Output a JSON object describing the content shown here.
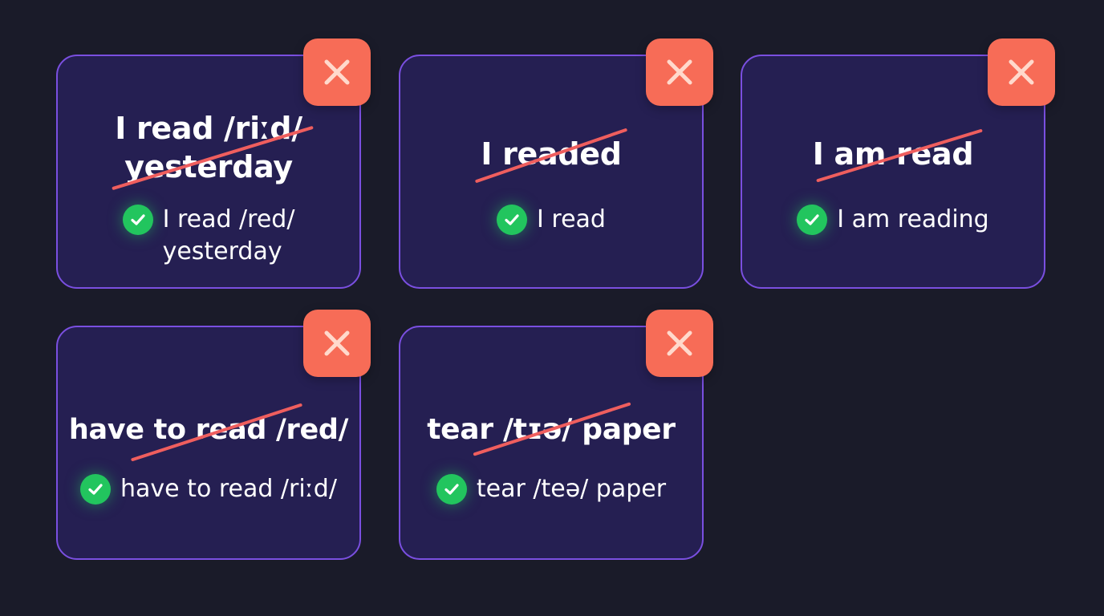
{
  "cards": [
    {
      "wrong_line1": "I read /riːd/",
      "wrong_line2": "yesterday",
      "correct_line1": "I read /red/",
      "correct_line2": "yesterday"
    },
    {
      "wrong": "I readed",
      "correct": "I read"
    },
    {
      "wrong": "I am read",
      "correct": "I am reading"
    },
    {
      "wrong": "have to read /red/",
      "correct": "have to read /riːd/"
    },
    {
      "wrong": "tear /tɪə/ paper",
      "correct": "tear /teə/ paper"
    }
  ],
  "icons": {
    "close": "close-icon",
    "check": "checkmark-icon"
  },
  "colors": {
    "background": "#1a1b29",
    "card_fill": "#251f52",
    "card_border": "#7a4fe0",
    "close_button": "#f76c57",
    "strike": "#ef5e5e",
    "check": "#22c55e"
  }
}
